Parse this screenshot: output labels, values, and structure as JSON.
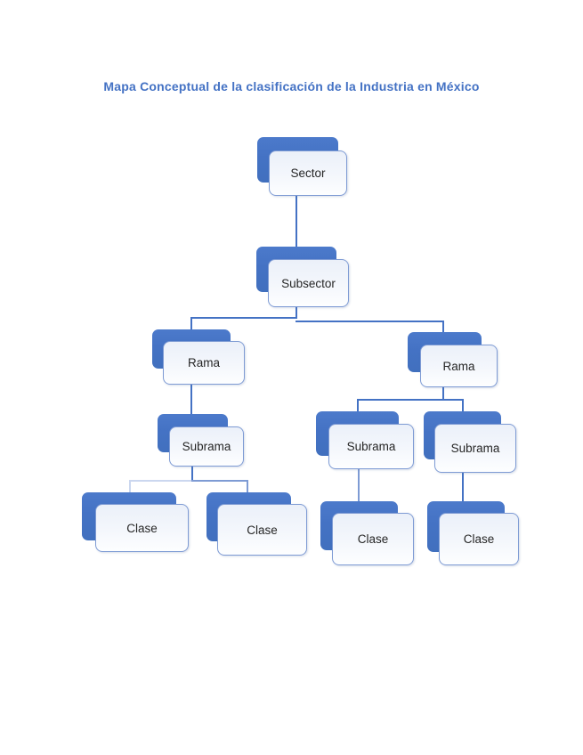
{
  "page": {
    "title": "Mapa Conceptual de la clasificación de la Industria en México"
  },
  "diagram": {
    "type": "concept-map-tree",
    "levels": [
      "Sector",
      "Subsector",
      "Rama",
      "Subrama",
      "Clase"
    ],
    "nodes": [
      {
        "id": "sector",
        "label": "Sector",
        "parent": null
      },
      {
        "id": "subsector",
        "label": "Subsector",
        "parent": "sector"
      },
      {
        "id": "rama-left",
        "label": "Rama",
        "parent": "subsector"
      },
      {
        "id": "rama-right",
        "label": "Rama",
        "parent": "subsector"
      },
      {
        "id": "subrama-left",
        "label": "Subrama",
        "parent": "rama-left"
      },
      {
        "id": "subrama-right-1",
        "label": "Subrama",
        "parent": "rama-right"
      },
      {
        "id": "subrama-right-2",
        "label": "Subrama",
        "parent": "rama-right"
      },
      {
        "id": "clase-left-1",
        "label": "Clase",
        "parent": "subrama-left"
      },
      {
        "id": "clase-left-2",
        "label": "Clase",
        "parent": "subrama-left"
      },
      {
        "id": "clase-right-1",
        "label": "Clase",
        "parent": "subrama-right-1"
      },
      {
        "id": "clase-right-2",
        "label": "Clase",
        "parent": "subrama-right-2"
      }
    ],
    "edges": [
      {
        "from": "sector",
        "to": "subsector"
      },
      {
        "from": "subsector",
        "to": "rama-left"
      },
      {
        "from": "subsector",
        "to": "rama-right"
      },
      {
        "from": "rama-left",
        "to": "subrama-left"
      },
      {
        "from": "rama-right",
        "to": "subrama-right-1"
      },
      {
        "from": "rama-right",
        "to": "subrama-right-2"
      },
      {
        "from": "subrama-left",
        "to": "clase-left-1"
      },
      {
        "from": "subrama-left",
        "to": "clase-left-2"
      },
      {
        "from": "subrama-right-1",
        "to": "clase-right-1"
      },
      {
        "from": "subrama-right-2",
        "to": "clase-right-2"
      }
    ],
    "colors": {
      "accent_blue": "#4472C4",
      "box_fill": "#EFF3FA",
      "box_border": "#7E9BD4",
      "connector": "#4472C4",
      "connector_light": "#CBD7EF",
      "title_text": "#4472C4",
      "label_text": "#262626"
    }
  }
}
